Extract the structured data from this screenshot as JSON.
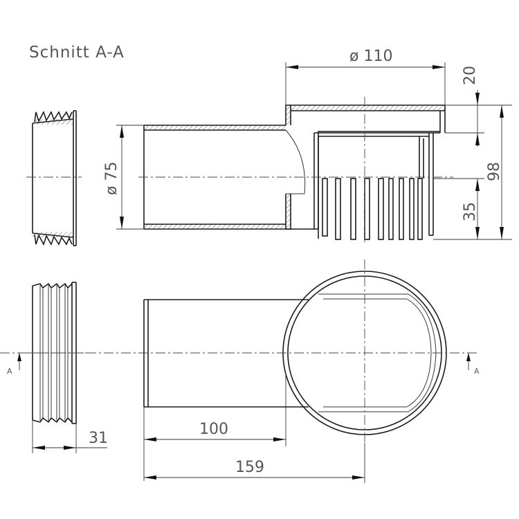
{
  "title": "Schnitt A-A",
  "dimensions": {
    "diameter_110": "ø 110",
    "diameter_75": "ø 75",
    "height_20": "20",
    "height_98": "98",
    "height_35": "35",
    "length_100": "100",
    "length_159": "159",
    "width_31": "31"
  },
  "section_marks": {
    "left": "A",
    "right": "A"
  }
}
